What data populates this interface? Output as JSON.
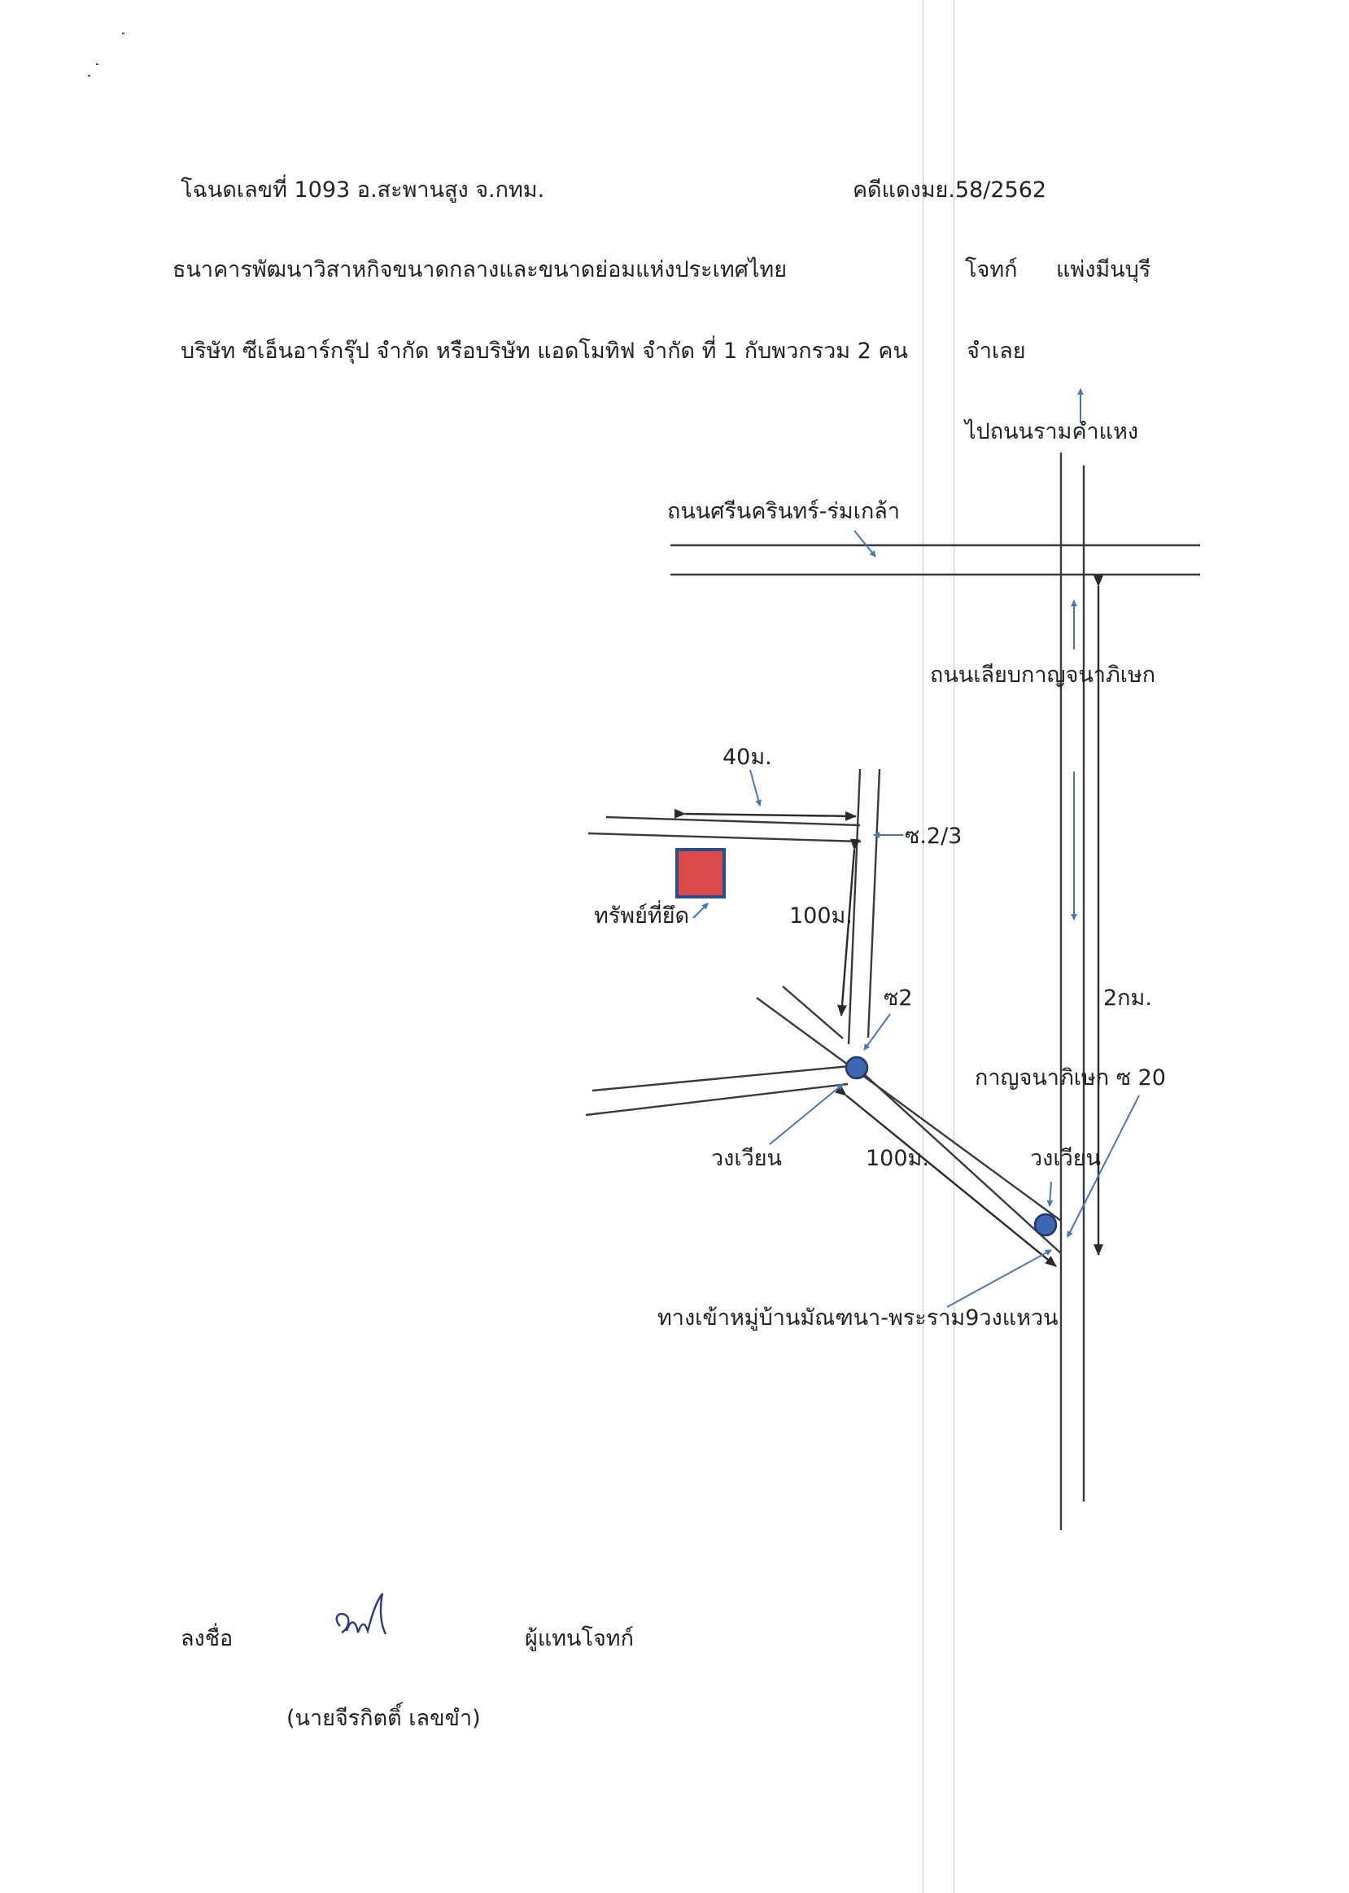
{
  "header": {
    "deed": "โฉนดเลขที่ 1093  อ.สะพานสูง   จ.กทม.",
    "case_no": "คดีแดงมย.58/2562",
    "plaintiff_name": "ธนาคารพัฒนาวิสาหกิจขนาดกลางและขนาดย่อมแห่งประเทศไทย",
    "plaintiff_role": "โจทก์",
    "court": "แพ่งมีนบุรี",
    "defendant_name": "บริษัท ซีเอ็นอาร์กรุ๊ป จำกัด หรือบริษัท แอดโมทิฟ จำกัด ที่ 1 กับพวกรวม 2 คน",
    "defendant_role": "จำเลย"
  },
  "map": {
    "to_ramkhamhaeng": "ไปถนนรามคำแหง",
    "srinakarin_road": "ถนนศรีนครินทร์-ร่มเกล้า",
    "kanchanaphisek_road": "ถนนเลียบกาญจนาภิเษก",
    "dist_40m": "40ม.",
    "soi_2_3": "ซ.2/3",
    "seized_property": "ทรัพย์ที่ยึด",
    "dist_100m_a": "100ม.",
    "soi_2": "ซ2",
    "dist_2km": "2กม.",
    "kanchanaphisek_soi20": "กาญจนาภิเษก ซ 20",
    "roundabout_1": "วงเวียน",
    "dist_100m_b": "100ม.",
    "roundabout_2": "วงเวียน",
    "village_entrance": "ทางเข้าหมู่บ้านมัณฑนา-พระราม9วงแหวน",
    "colors": {
      "road": "#3a3a3a",
      "pointer": "#4a76b8",
      "roundabout": "#3f66b2",
      "property": "#dc4b4b"
    }
  },
  "signature": {
    "sign_label": "ลงชื่อ",
    "signer_role": "ผู้แทนโจทก์",
    "signer_name": "(นายจีรกิตติ์  เลขขำ)"
  }
}
